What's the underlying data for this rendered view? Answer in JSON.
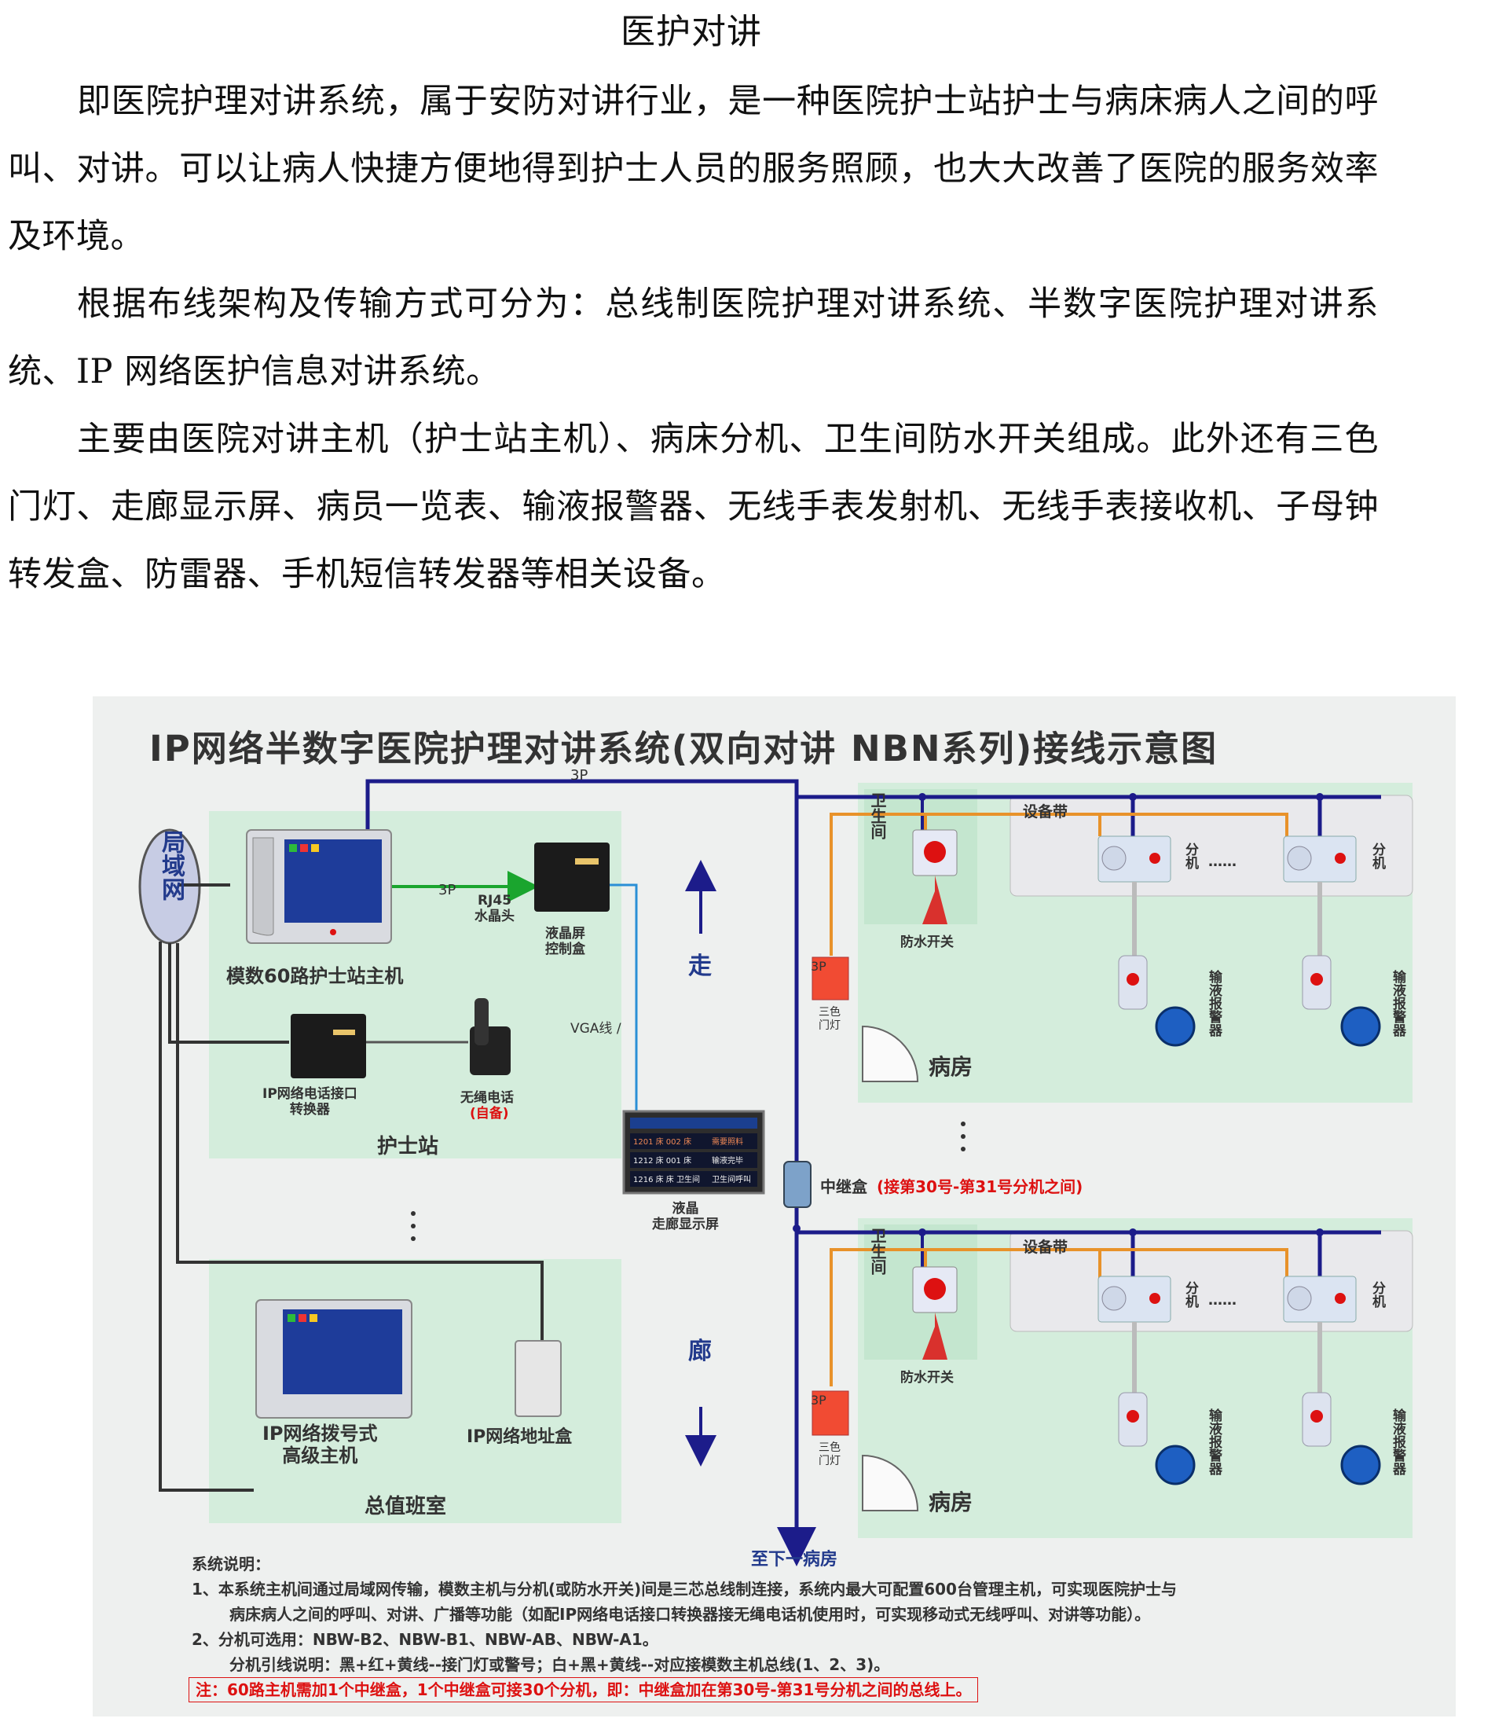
{
  "title": "医护对讲",
  "paragraphs": [
    "即医院护理对讲系统，属于安防对讲行业，是一种医院护士站护士与病床病人之间的呼叫、对讲。可以让病人快捷方便地得到护士人员的服务照顾，也大大改善了医院的服务效率及环境。",
    "根据布线架构及传输方式可分为：总线制医院护理对讲系统、半数字医院护理对讲系统、IP 网络医护信息对讲系统。",
    "主要由医院对讲主机（护士站主机）、病床分机、卫生间防水开关组成。此外还有三色门灯、走廊显示屏、病员一览表、输液报警器、无线手表发射机、无线手表接收机、子母钟转发盒、防雷器、手机短信转发器等相关设备。"
  ],
  "figure": {
    "title": "IP网络半数字医院护理对讲系统(双向对讲 NBN系列)接线示意图",
    "lan": "局域网",
    "nurse_host": "模数60路护士站主机",
    "cable_3p": "3P",
    "rj45": "RJ45\n水晶头",
    "lcd_controller": "液晶屏\n控制盒",
    "vga": "VGA线 /",
    "ip_phone_converter": "IP网络电话接口\n转换器",
    "cordless_phone": "无绳电话",
    "cordless_phone_note": "(自备)",
    "nurse_station": "护士站",
    "corridor_display": "液晶\n走廊显示屏",
    "display_rows": [
      {
        "left": "1201 床 002 床",
        "right": "需要照料"
      },
      {
        "left": "1212 床 001 床",
        "right": "输液完毕"
      },
      {
        "left": "1216 床 床 卫生间",
        "right": "卫生间呼叫"
      }
    ],
    "ip_dial_host": "IP网络拨号式\n高级主机",
    "ip_address_box": "IP网络地址盒",
    "duty_room": "总值班室",
    "corridor_1": "走",
    "corridor_2": "廊",
    "bathroom": "卫生间",
    "waterproof_switch": "防水开关",
    "equipment_belt": "设备带",
    "extension": "分机",
    "ellipsis": "……",
    "infusion_alarm": "输液报警器",
    "three_color_light": "三色\n门灯",
    "ward": "病房",
    "relay_box": "中继盒",
    "relay_box_note": "(接第30号-第31号分机之间)",
    "to_next_ward": "至下一病房",
    "notes_title": "系统说明：",
    "notes": [
      "1、本系统主机间通过局域网传输，模数主机与分机(或防水开关)间是三芯总线制连接，系统内最大可配置600台管理主机，可实现医院护士与",
      "病床病人之间的呼叫、对讲、广播等功能（如配IP网络电话接口转换器接无绳电话机使用时，可实现移动式无线呼叫、对讲等功能）。",
      "2、分机可选用：NBW-B2、NBW-B1、NBW-AB、NBW-A1。",
      "分机引线说明：黑+红+黄线--接门灯或警号；白+黑+黄线--对应接模数主机总线(1、2、3)。"
    ],
    "warning": "注：60路主机需加1个中继盒，1个中继盒可接30个分机，即：中继盒加在第30号-第31号分机之间的总线上。",
    "colors": {
      "panel": "#d4eddc",
      "backdrop": "#eef0ef",
      "bus": "#1c1c8a",
      "orange_wire": "#e8922a",
      "green_wire": "#1aa52e",
      "blue_wire": "#2a8fd6",
      "alarm_red": "#d11111"
    }
  }
}
